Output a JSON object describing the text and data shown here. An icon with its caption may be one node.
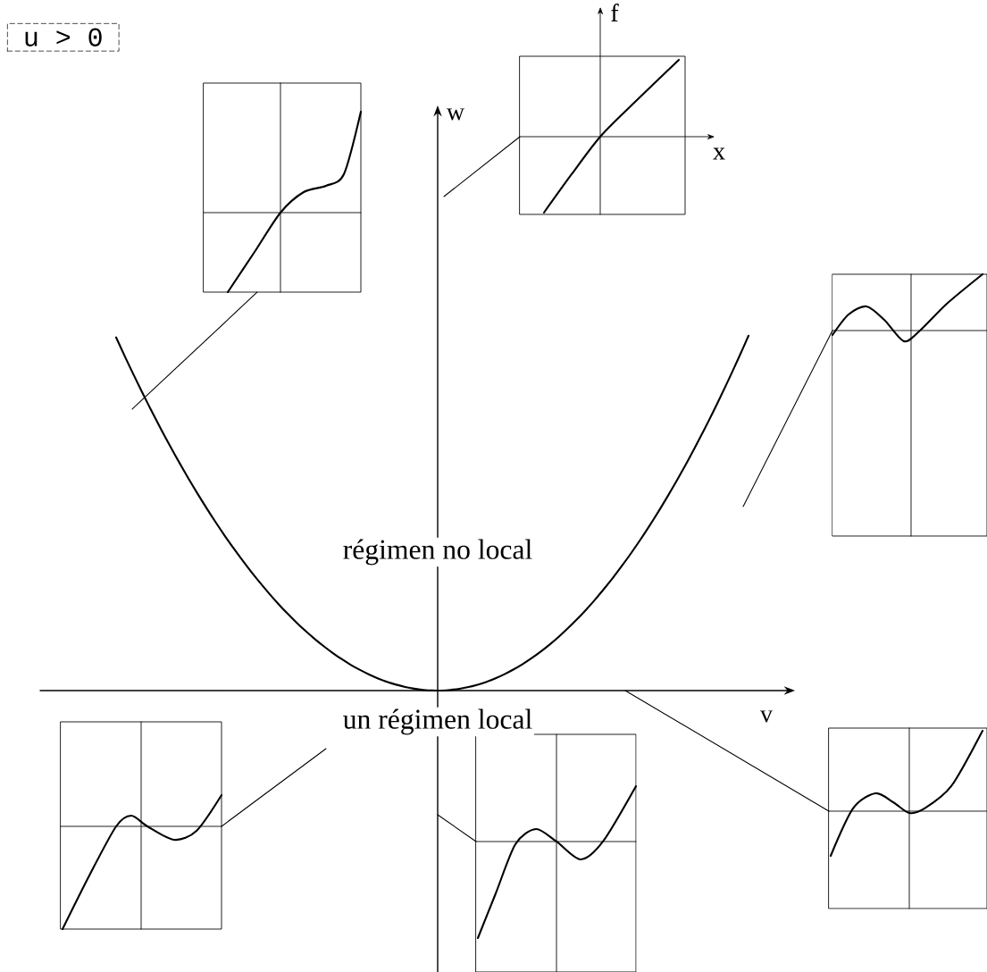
{
  "diagram": {
    "nodes": [
      {
        "text": [
          "u > 0"
        ]
      },
      {
        "text": [],
        "shape": "picture"
      },
      {
        "text": [],
        "shape": "picture"
      },
      {
        "text": [],
        "shape": "picture"
      },
      {
        "text": [],
        "shape": "picture"
      },
      {
        "text": [],
        "shape": "picture"
      },
      {
        "text": [],
        "shape": "picture"
      }
    ],
    "edges": [
      {
        "from": 1,
        "to": null,
        "arrow": "none"
      },
      {
        "from": 2,
        "to": null,
        "arrow": "none"
      },
      {
        "from": 3,
        "to": null,
        "arrow": "none"
      },
      {
        "from": 4,
        "to": null,
        "arrow": "none"
      },
      {
        "from": 5,
        "to": null,
        "arrow": "none"
      },
      {
        "from": 6,
        "to": null,
        "arrow": "none"
      }
    ],
    "labels": [
      "f",
      "w",
      "x",
      "régimen no local",
      "un régimen local",
      "v"
    ]
  }
}
